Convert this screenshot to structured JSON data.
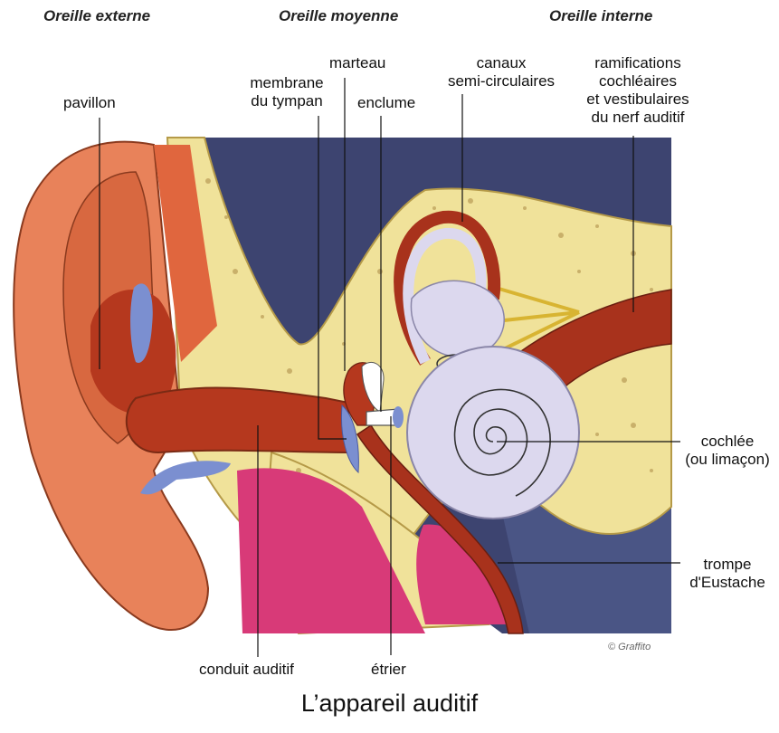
{
  "sections": {
    "outer": "Oreille externe",
    "middle": "Oreille moyenne",
    "inner": "Oreille interne"
  },
  "labels": {
    "pavillon": "pavillon",
    "membrane_line1": "membrane",
    "membrane_line2": "du tympan",
    "marteau": "marteau",
    "enclume": "enclume",
    "canaux_line1": "canaux",
    "canaux_line2": "semi-circulaires",
    "ramif_line1": "ramifications",
    "ramif_line2": "cochléaires",
    "ramif_line3": "et vestibulaires",
    "ramif_line4": "du nerf auditif",
    "cochlee_line1": "cochlée",
    "cochlee_line2": "(ou limaçon)",
    "trompe_line1": "trompe",
    "trompe_line2": "d'Eustache",
    "conduit": "conduit auditif",
    "etrier": "étrier"
  },
  "credit": "© Graffito",
  "title": "L’appareil auditif",
  "colors": {
    "ear_skin": "#e8825a",
    "ear_dark": "#b5381e",
    "bone": "#f0e29a",
    "cavity": "#3d4470",
    "cochlea": "#dcd8ee",
    "nerve": "#a8321c",
    "tissue_pink": "#d83a78",
    "ossicle_blue": "#7b8fd0"
  }
}
